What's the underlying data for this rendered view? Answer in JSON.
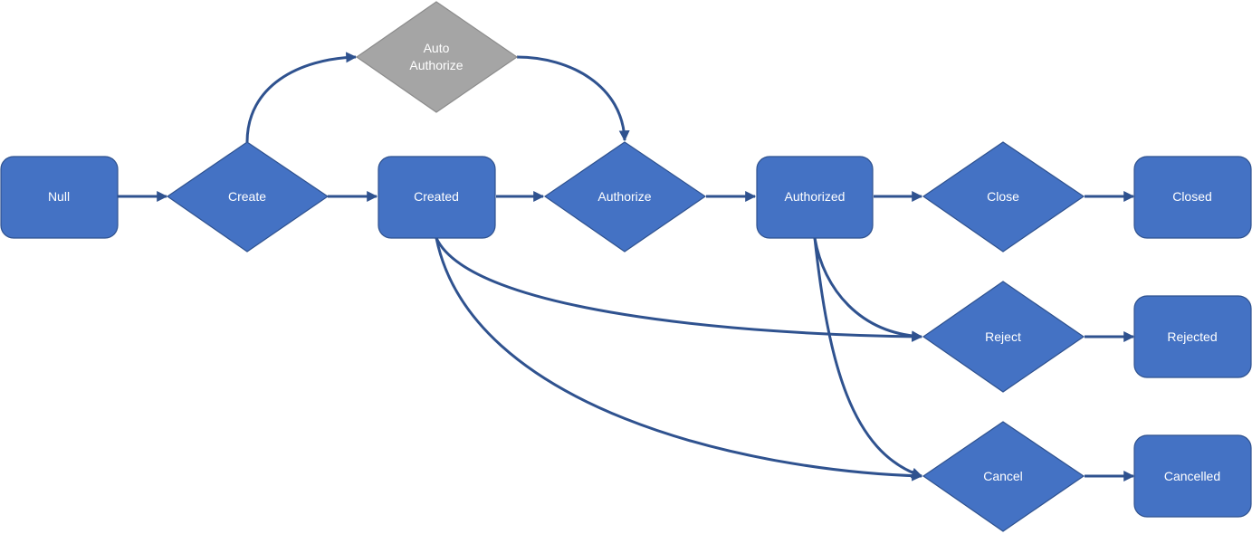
{
  "states": {
    "null": "Null",
    "created": "Created",
    "authorized": "Authorized",
    "closed": "Closed",
    "rejected": "Rejected",
    "cancelled": "Cancelled"
  },
  "actions": {
    "create": "Create",
    "auto_authorize_line1": "Auto",
    "auto_authorize_line2": "Authorize",
    "authorize": "Authorize",
    "close": "Close",
    "reject": "Reject",
    "cancel": "Cancel"
  },
  "colors": {
    "node_fill": "#4472C4",
    "node_stroke": "#2F528F",
    "auto_fill": "#A5A5A5",
    "edge": "#2F528F",
    "text": "#FFFFFF"
  }
}
